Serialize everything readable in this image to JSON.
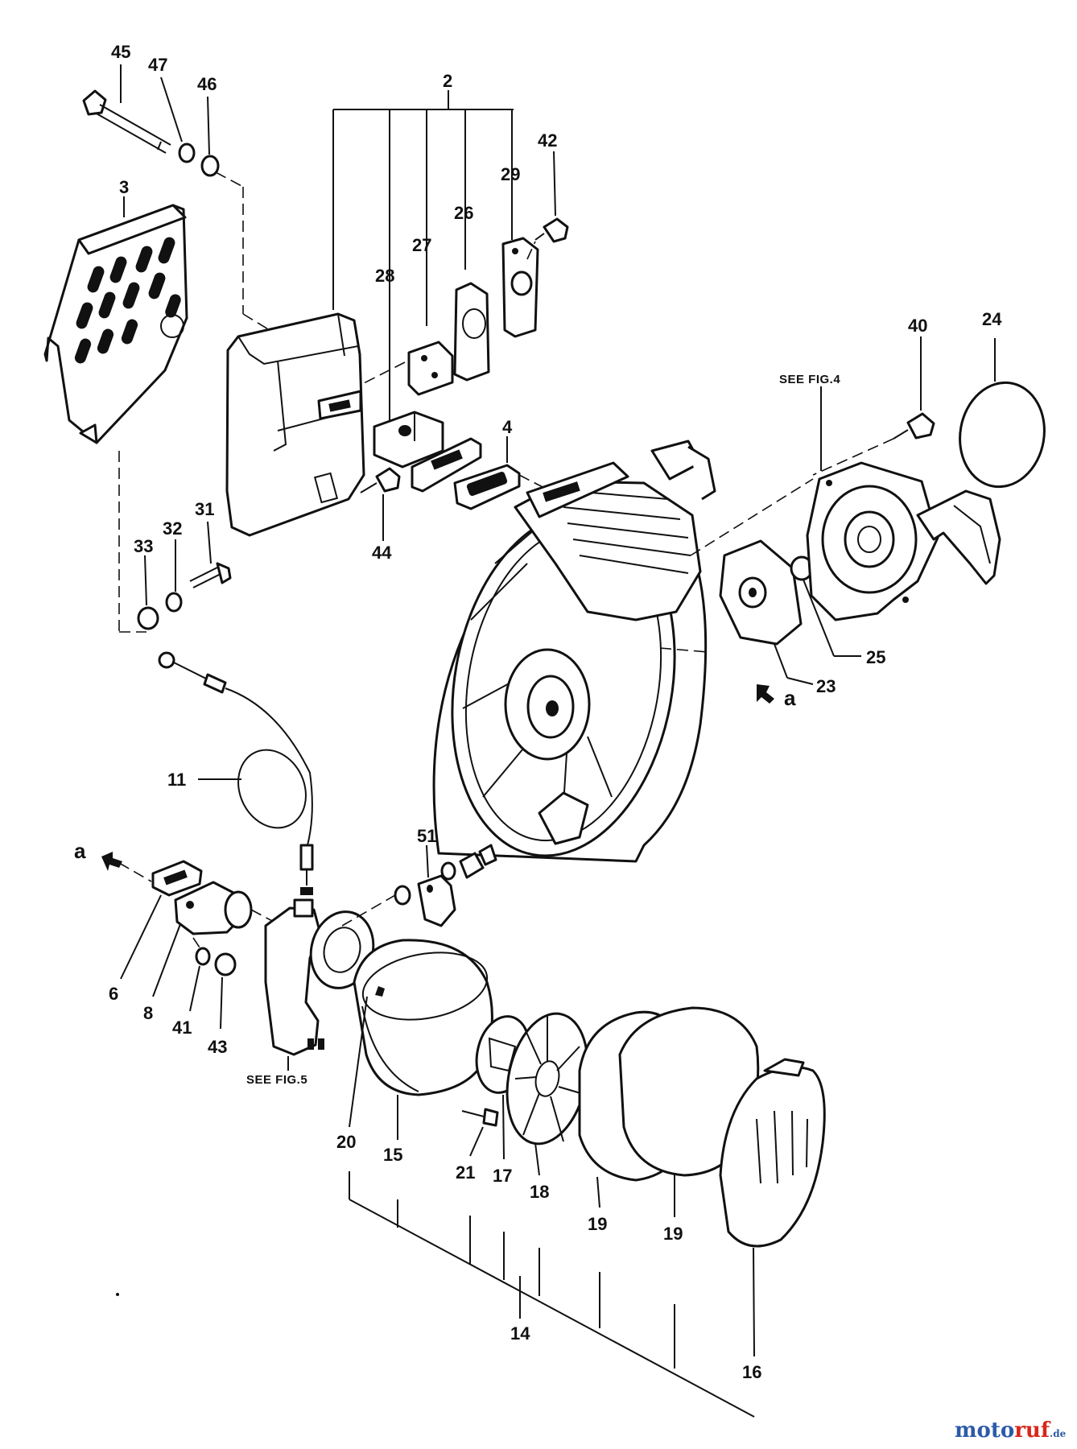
{
  "callouts": {
    "c45": "45",
    "c47": "47",
    "c46": "46",
    "c2": "2",
    "c42": "42",
    "c3": "3",
    "c29": "29",
    "c26": "26",
    "c27": "27",
    "c28": "28",
    "c40": "40",
    "c24": "24",
    "c4": "4",
    "c44": "44",
    "c31": "31",
    "c32": "32",
    "c33": "33",
    "c25": "25",
    "c23": "23",
    "c11": "11",
    "c51": "51",
    "c6": "6",
    "c8": "8",
    "c41": "41",
    "c43": "43",
    "c20": "20",
    "c15": "15",
    "c21": "21",
    "c17": "17",
    "c18": "18",
    "c19a": "19",
    "c19b": "19",
    "c14": "14",
    "c16": "16"
  },
  "notes": {
    "see_fig4": "SEE FIG.4",
    "see_fig5": "SEE FIG.5"
  },
  "refs": {
    "a_engine": "a",
    "a_carb": "a"
  },
  "watermark": {
    "part1": "moto",
    "part2": "ruf",
    "part3": ".de"
  }
}
